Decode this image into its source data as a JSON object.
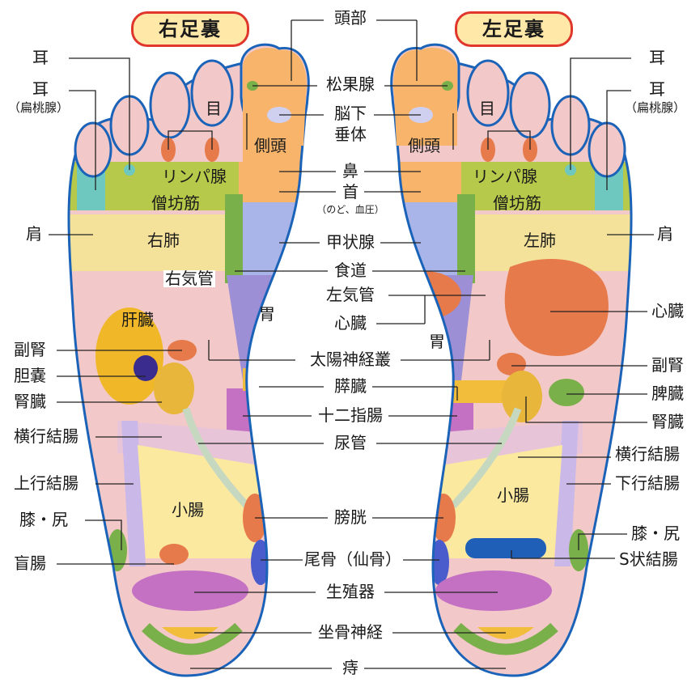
{
  "headers": {
    "right_foot": "右足裏",
    "left_foot": "左足裏"
  },
  "labels": {
    "head": "頭部",
    "pineal": "松果腺",
    "pituitary_1": "脳下",
    "pituitary_2": "垂体",
    "nose": "鼻",
    "neck": "首",
    "neck_note": "（のど、血圧）",
    "thyroid": "甲状腺",
    "esophagus": "食道",
    "left_bronchus": "左気管",
    "heart": "心臓",
    "solar_plexus": "太陽神経叢",
    "pancreas": "膵臓",
    "duodenum": "十二指腸",
    "ureter": "尿管",
    "bladder": "膀胱",
    "coccyx": "尾骨（仙骨）",
    "genitals": "生殖器",
    "sciatic": "坐骨神経",
    "hemorrhoid": "痔",
    "ear": "耳",
    "ear_tonsil": "耳",
    "tonsil": "（扁桃腺）",
    "shoulder": "肩",
    "adrenal": "副腎",
    "gallbladder": "胆嚢",
    "kidney": "腎臓",
    "transverse_colon": "横行結腸",
    "ascending_colon": "上行結腸",
    "knee_hip": "膝・尻",
    "appendix": "盲腸",
    "eye": "目",
    "temporal": "側頭",
    "lymph": "リンパ腺",
    "trapezius": "僧坊筋",
    "right_lung": "右肺",
    "right_bronchus": "右気管",
    "liver": "肝臓",
    "stomach": "胃",
    "small_intestine": "小腸",
    "left_lung": "左肺",
    "heart_right": "心臓",
    "spleen": "脾臓",
    "descending_colon": "下行結腸",
    "sigmoid": "S状結腸"
  },
  "colors": {
    "outline": "#1a63b8",
    "skin": "#f2c8c8",
    "badge_border": "#e0362c",
    "badge_fill": "#ffe8a8",
    "head_zone": "#f7b46a",
    "lymph_zone": "#b7c94a",
    "lung_zone": "#f5e29a",
    "thyroid_zone": "#a9b4e8",
    "stomach_zone": "#9c8fd6",
    "liver_zone": "#f0b828",
    "heart_zone": "#e67a4a",
    "colon_zone": "#c9b8e8",
    "small_intestine_zone": "#fbe9a0",
    "genital_zone": "#c471c4",
    "sciatic_zone": "#f3bd3c",
    "green_zone": "#7ab04a",
    "blue_zone": "#1f5fb8"
  }
}
